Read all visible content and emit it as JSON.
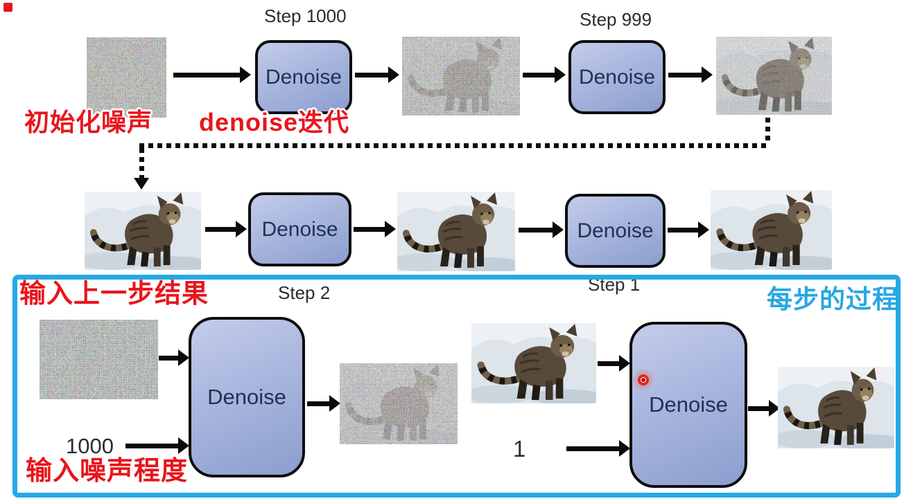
{
  "title": "Diffusion model denoising process diagram",
  "colors": {
    "annotation_red": "#e8151c",
    "annotation_blue": "#29a7e1",
    "panel_border_blue": "#25a9e5",
    "denoise_box_fill_top": "#c3cdea",
    "denoise_box_fill_bottom": "#8c9ecf",
    "denoise_box_border": "#0d0d0d",
    "denoise_box_text": "#1e3252",
    "arrow_black": "#0a0a0a",
    "step_label_gray": "#2b2b2b"
  },
  "top_row": {
    "step_label_a": "Step 1000",
    "step_label_b": "Step 999",
    "denoise_a": "Denoise",
    "denoise_b": "Denoise"
  },
  "mid_row": {
    "denoise_a": "Denoise",
    "denoise_b": "Denoise"
  },
  "annotations": {
    "init_noise": "初始化噪声",
    "denoise_iterate": "denoise迭代",
    "input_prev_result": "输入上一步结果",
    "input_noise_level": "输入噪声程度",
    "per_step_process": "每步的过程"
  },
  "panel": {
    "step_label_a": "Step 2",
    "step_label_b": "Step 1",
    "denoise_left": "Denoise",
    "denoise_right": "Denoise",
    "noise_level_left": "1000",
    "noise_level_right": "1"
  },
  "figures": {
    "pure_noise": "random RGB noise image",
    "cat_heavy_noise": "cat image under heavy noise",
    "cat_medium_noise": "cat image under medium noise",
    "cat_clean": "tabby cat standing on snow"
  }
}
